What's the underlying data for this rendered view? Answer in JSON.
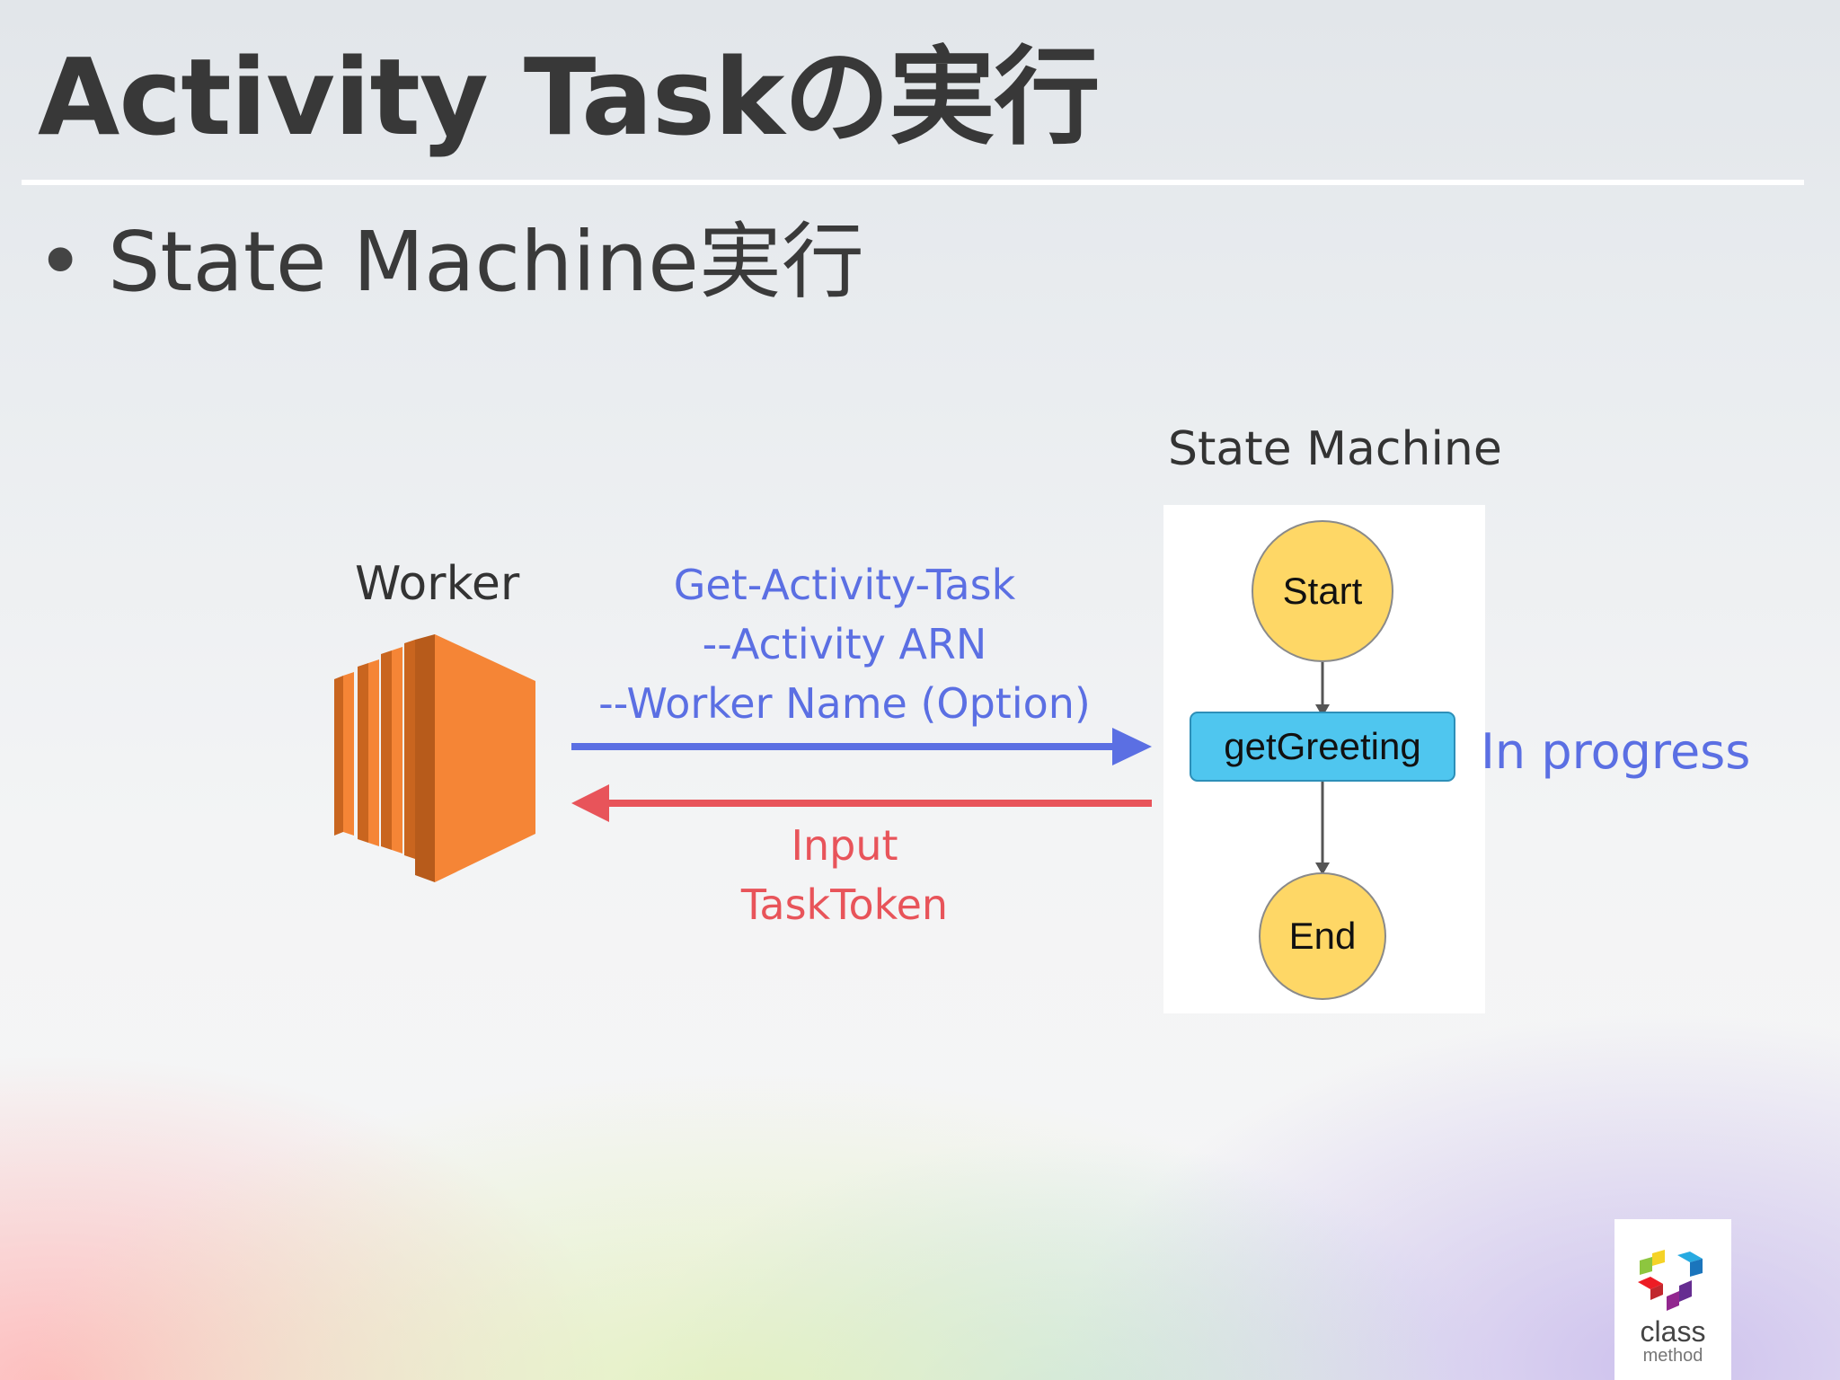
{
  "slide": {
    "title": "Activity Taskの実行",
    "bullet": "State Machine実行",
    "bullet_marker": "•"
  },
  "worker": {
    "label": "Worker",
    "icon": "aws-ec2-instance-icon",
    "icon_color": "#f58536"
  },
  "request": {
    "lines": [
      "Get-Activity-Task",
      "--Activity ARN",
      "--Worker Name (Option)"
    ],
    "color": "#5b6fe3"
  },
  "response": {
    "lines": [
      "Input",
      "TaskToken"
    ],
    "color": "#e8545a"
  },
  "state_machine": {
    "label": "State Machine",
    "nodes": {
      "start": "Start",
      "task": "getGreeting",
      "end": "End"
    },
    "node_colors": {
      "start_end": "#fed766",
      "task": "#4fc6ef"
    },
    "status": "In progress"
  },
  "logo": {
    "line1": "class",
    "line2": "method"
  }
}
